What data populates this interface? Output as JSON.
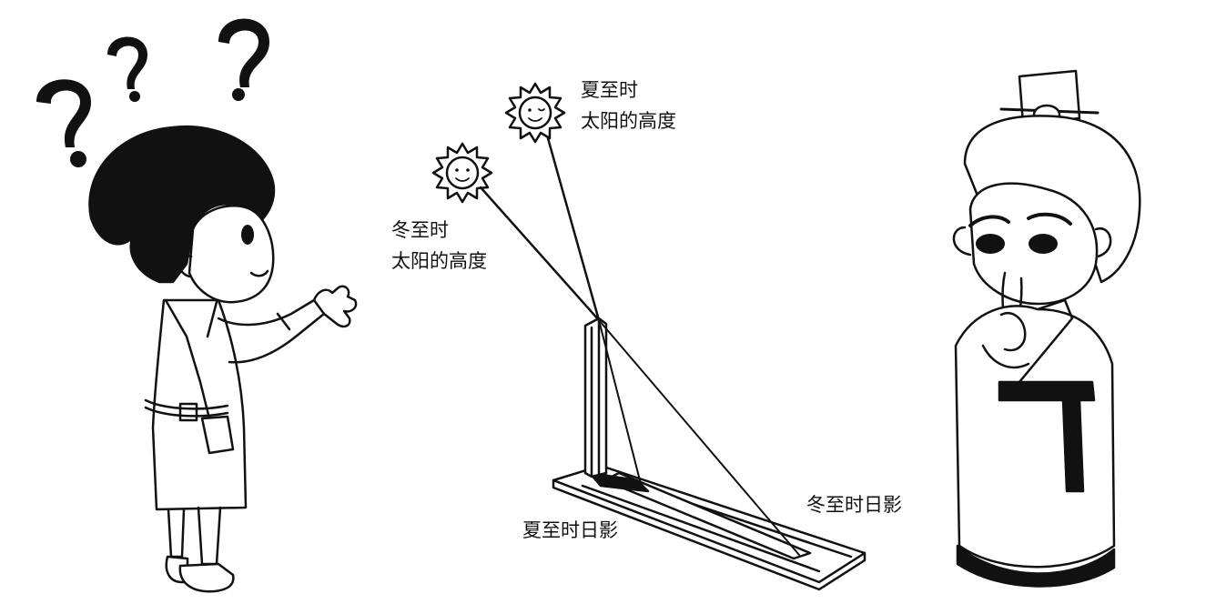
{
  "labels": {
    "summer_sun": [
      "夏至时",
      "太阳的高度"
    ],
    "winter_sun": [
      "冬至时",
      "太阳的高度"
    ],
    "summer_shadow": "夏至时日影",
    "winter_shadow": "冬至时日影"
  },
  "colors": {
    "line": "#111111",
    "shadow_fill": "#111111",
    "background": "#ffffff"
  },
  "icons": [
    "question-mark-icon",
    "sun-icon",
    "boy-figure",
    "ancient-scholar-figure",
    "gnomon-device"
  ]
}
